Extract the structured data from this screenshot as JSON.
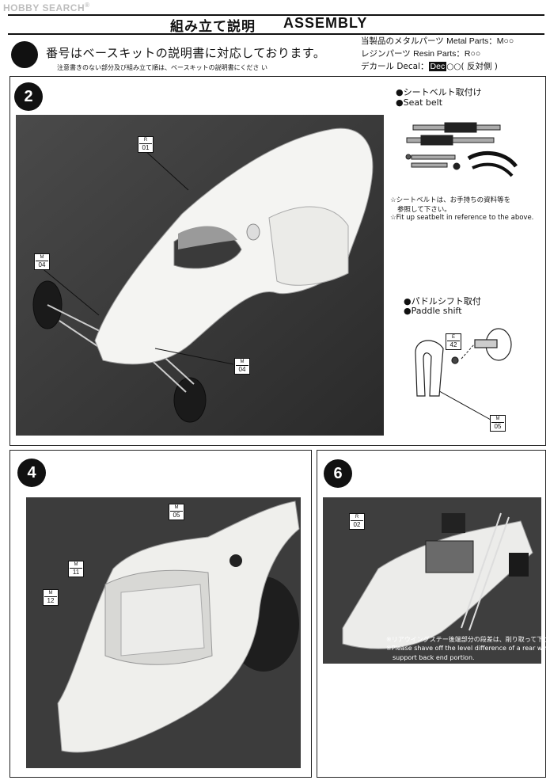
{
  "watermark": {
    "text": "HOBBY SEARCH",
    "reg": "®"
  },
  "header": {
    "title_jp": "組み立て説明",
    "title_en": "ASSEMBLY"
  },
  "intro": {
    "main": "番号はベースキットの説明書に対応しております。",
    "sub": "注意書きのない部分及び組み立て順は、ベースキットの説明書にくださ い"
  },
  "legend": {
    "metal_jp": "当製品のメタルパーツ",
    "metal_en": "Metal Parts：M○○",
    "resin_jp": "レジンパーツ",
    "resin_en": "Resin Parts：R○○",
    "decal_jp": "デカール Decal：",
    "decal_box": "Dec",
    "decal_tail": "○○( 反対側 )"
  },
  "step2": {
    "number": "2",
    "tags": [
      {
        "top": "R",
        "bottom": "01"
      },
      {
        "top": "M",
        "bottom": "04"
      },
      {
        "top": "M",
        "bottom": "04"
      }
    ],
    "seatbelt": {
      "title_jp": "●シートベルト取付け",
      "title_en": "●Seat belt",
      "note_jp_1": "☆シートベルトは、お手持ちの資料等を",
      "note_jp_2": "参照して下さい。",
      "note_en": "☆Fit up seatbelt in reference to the above."
    },
    "paddle": {
      "title_jp": "●パドルシフト取付",
      "title_en": "●Paddle shift",
      "tag_e": {
        "top": "E",
        "bottom": "42"
      },
      "tag_m": {
        "top": "M",
        "bottom": "05"
      }
    }
  },
  "step4": {
    "number": "4",
    "tags": [
      {
        "top": "M",
        "bottom": "05"
      },
      {
        "top": "M",
        "bottom": "11"
      },
      {
        "top": "M",
        "bottom": "12"
      }
    ]
  },
  "step6": {
    "number": "6",
    "tags": [
      {
        "top": "R",
        "bottom": "02"
      }
    ],
    "note_jp": "※リアウイングステー後端部分の段差は、削り取って下さい。",
    "note_en_1": "※Please shave off the level difference of a rear wing",
    "note_en_2": "support back end portion."
  }
}
